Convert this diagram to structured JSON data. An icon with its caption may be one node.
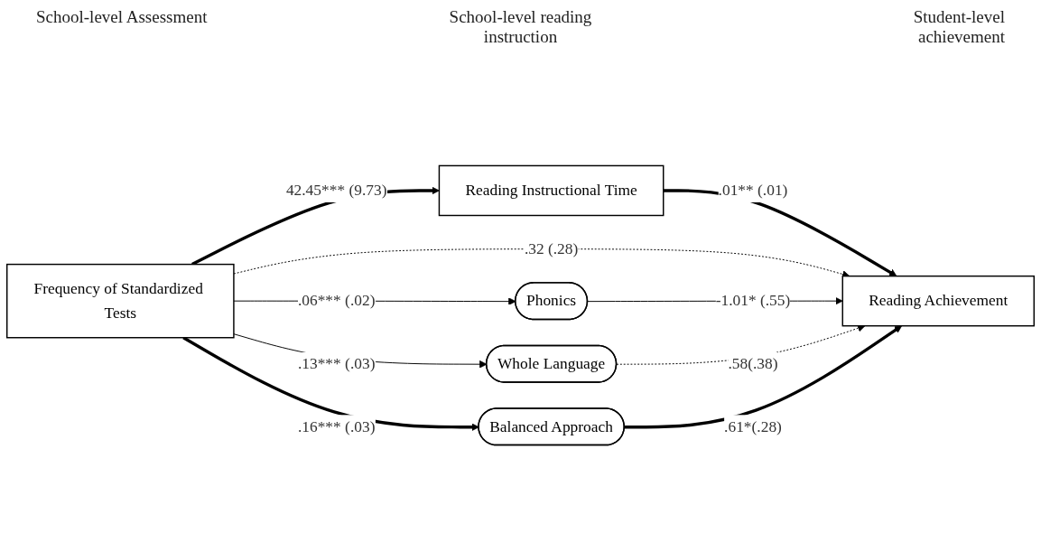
{
  "diagram": {
    "nodes": [
      {
        "text": [
          "Frequency of Standardized Tests"
        ]
      },
      {
        "text": [
          "Reading Instructional Time"
        ]
      },
      {
        "text": [
          "Reading Achievement"
        ]
      },
      {
        "text": [
          "Phonics"
        ]
      },
      {
        "text": [
          "Whole Language"
        ]
      },
      {
        "text": [
          "Balanced Approach"
        ]
      }
    ],
    "edges": [
      {
        "from": 0,
        "to": 1,
        "arrow": "to",
        "label": "42.45*** (9.73)",
        "style": "thick"
      },
      {
        "from": 1,
        "to": 2,
        "arrow": "to",
        "label": ".01** (.01)",
        "style": "thick"
      },
      {
        "from": 0,
        "to": 2,
        "arrow": "to",
        "label": ".32 (.28)",
        "style": "dashed"
      },
      {
        "from": 0,
        "to": 3,
        "arrow": "to",
        "label": ".06*** (.02)"
      },
      {
        "from": 3,
        "to": 2,
        "arrow": "to",
        "label": "-1.01* (.55)"
      },
      {
        "from": 0,
        "to": 4,
        "arrow": "to",
        "label": ".13*** (.03)"
      },
      {
        "from": 4,
        "to": 2,
        "arrow": "to",
        "label": ".58(.38)",
        "style": "dashed"
      },
      {
        "from": 0,
        "to": 5,
        "arrow": "to",
        "label": ".16*** (.03)",
        "style": "thick"
      },
      {
        "from": 5,
        "to": 2,
        "arrow": "to",
        "label": ".61*(.28)",
        "style": "thick"
      }
    ],
    "labels": [
      "School-level Assessment",
      "School-level reading instruction",
      "Student-level achievement"
    ]
  }
}
